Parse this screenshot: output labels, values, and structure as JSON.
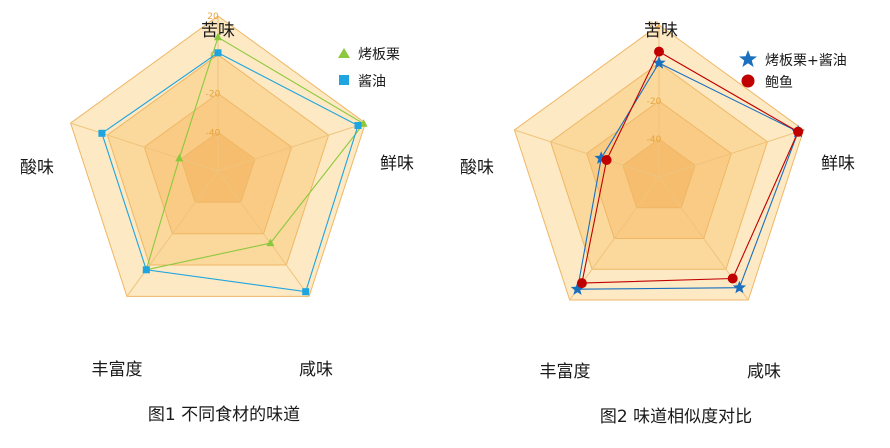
{
  "chart_data": [
    {
      "type": "radar",
      "caption": "图1  不同食材的味道",
      "axes": [
        "苦味",
        "鲜味",
        "咸味",
        "丰富度",
        "酸味"
      ],
      "range": [
        -60,
        20
      ],
      "ticks": [
        -40,
        -20,
        0,
        20
      ],
      "tick_labels": [
        "-40",
        "-20",
        "0",
        "20"
      ],
      "series": [
        {
          "name": "烤板栗",
          "marker": "triangle",
          "color": "#8cc83c",
          "values": [
            9,
            19,
            -14,
            3,
            -39
          ]
        },
        {
          "name": "酱油",
          "marker": "square",
          "color": "#1ea5e0",
          "values": [
            1,
            16,
            17,
            3,
            3
          ]
        }
      ]
    },
    {
      "type": "radar",
      "caption": "图2  味道相似度对比",
      "axes": [
        "苦味",
        "鲜味",
        "咸味",
        "丰富度",
        "酸味"
      ],
      "range": [
        -60,
        20
      ],
      "ticks": [
        -40,
        -20,
        20
      ],
      "tick_labels": [
        "-40",
        "-20",
        "20"
      ],
      "series": [
        {
          "name": "烤板栗+酱油",
          "marker": "star",
          "color": "#1a6fbf",
          "values": [
            0,
            17,
            12,
            13,
            -28
          ]
        },
        {
          "name": "鲍鱼",
          "marker": "circle",
          "color": "#c00000",
          "values": [
            6,
            17,
            6,
            9,
            -31
          ]
        }
      ]
    }
  ]
}
